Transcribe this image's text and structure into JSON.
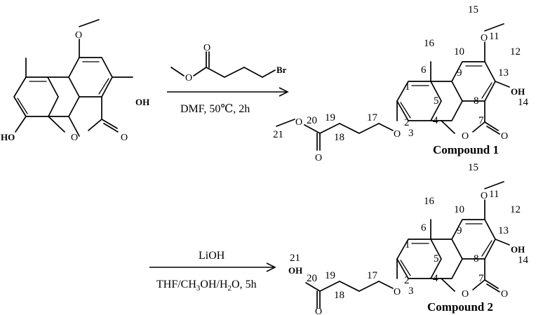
{
  "starting_material": {
    "atoms": {
      "hydroxyl_left": "HO",
      "hydroxyl_right": "OH",
      "ring_oxygen": "O",
      "carbonyl_oxygen": "O",
      "methoxy_oxygen": "O"
    }
  },
  "reaction_1": {
    "reagent_atoms": {
      "ester_oxygen": "O",
      "carbonyl_oxygen": "O",
      "bromine": "Br"
    },
    "conditions": "DMF, 50℃, 2h"
  },
  "reaction_2": {
    "reagent": "LiOH",
    "conditions_parts": [
      "THF/CH",
      "3",
      "OH/H",
      "2",
      "O, 5h"
    ]
  },
  "compound_1": {
    "name": "Compound 1",
    "atoms": {
      "ether_oxygen": "O",
      "ester_oxygen": "O",
      "carbonyl_oxygen": "O",
      "ring_oxygen": "O",
      "lactone_carbonyl": "O",
      "methoxy_oxygen": "O",
      "hydroxyl": "OH"
    },
    "numbers": [
      "1",
      "2",
      "3",
      "4",
      "5",
      "6",
      "7",
      "8",
      "9",
      "10",
      "11",
      "12",
      "13",
      "14",
      "15",
      "16",
      "17",
      "18",
      "19",
      "20",
      "21"
    ]
  },
  "compound_2": {
    "name": "Compound 2",
    "atoms": {
      "acid_hydroxyl": "OH",
      "carbonyl_oxygen": "O",
      "ether_oxygen": "O",
      "ring_oxygen": "O",
      "lactone_carbonyl": "O",
      "methoxy_oxygen": "O",
      "hydroxyl": "OH"
    },
    "numbers": [
      "1",
      "2",
      "3",
      "4",
      "5",
      "6",
      "7",
      "8",
      "9",
      "10",
      "11",
      "12",
      "13",
      "14",
      "15",
      "16",
      "17",
      "18",
      "19",
      "20",
      "21"
    ]
  }
}
